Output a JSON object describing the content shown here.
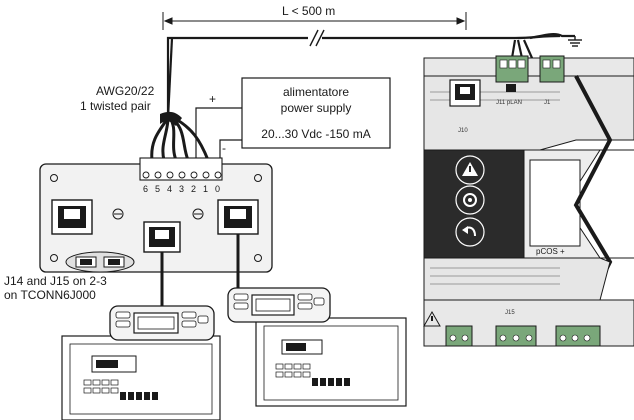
{
  "cable_length_label": "L < 500 m",
  "cable_spec_line1": "AWG20/22",
  "cable_spec_line2": "1 twisted pair",
  "polarity_plus": "+",
  "polarity_minus": "-",
  "power_supply_line1": "alimentatore",
  "power_supply_line2": "power supply",
  "power_supply_rating": "20...30 Vdc -150 mA",
  "terminal_labels": [
    "6",
    "5",
    "4",
    "3",
    "2",
    "1",
    "0"
  ],
  "jumper_note_line1": "J14 and J15 on 2-3",
  "jumper_note_line2": "on TCONN6J000",
  "controller_brand": "pCOS +",
  "controller_port_j11": "J11 pLAN",
  "controller_port_j10": "J10",
  "controller_port_j1": "J1",
  "controller_port_j15": "J15",
  "controller_keys": [
    "warning-key",
    "enter-key",
    "esc-key"
  ],
  "colors": {
    "line": "#1a1a1a",
    "device_fill": "#f2f2f2",
    "controller_fill": "#e6e6e6",
    "controller_dark": "#2b2b2b",
    "terminal_green": "#7aa77a"
  }
}
